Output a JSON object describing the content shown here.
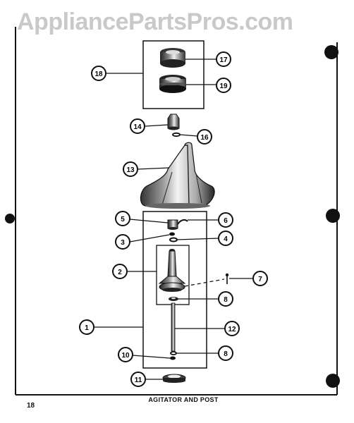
{
  "watermark": "AppliancePartsPros.com",
  "caption": "AGITATOR AND POST",
  "page_number": "18",
  "callouts": [
    {
      "id": "c17",
      "label": "17"
    },
    {
      "id": "c18",
      "label": "18"
    },
    {
      "id": "c19",
      "label": "19"
    },
    {
      "id": "c14",
      "label": "14"
    },
    {
      "id": "c16",
      "label": "16"
    },
    {
      "id": "c13",
      "label": "13"
    },
    {
      "id": "c5",
      "label": "5"
    },
    {
      "id": "c6",
      "label": "6"
    },
    {
      "id": "c3",
      "label": "3"
    },
    {
      "id": "c4",
      "label": "4"
    },
    {
      "id": "c2",
      "label": "2"
    },
    {
      "id": "c7",
      "label": "7"
    },
    {
      "id": "c8a",
      "label": "8"
    },
    {
      "id": "c1",
      "label": "1"
    },
    {
      "id": "c12",
      "label": "12"
    },
    {
      "id": "c10",
      "label": "10"
    },
    {
      "id": "c8b",
      "label": "8"
    },
    {
      "id": "c11",
      "label": "11"
    }
  ]
}
